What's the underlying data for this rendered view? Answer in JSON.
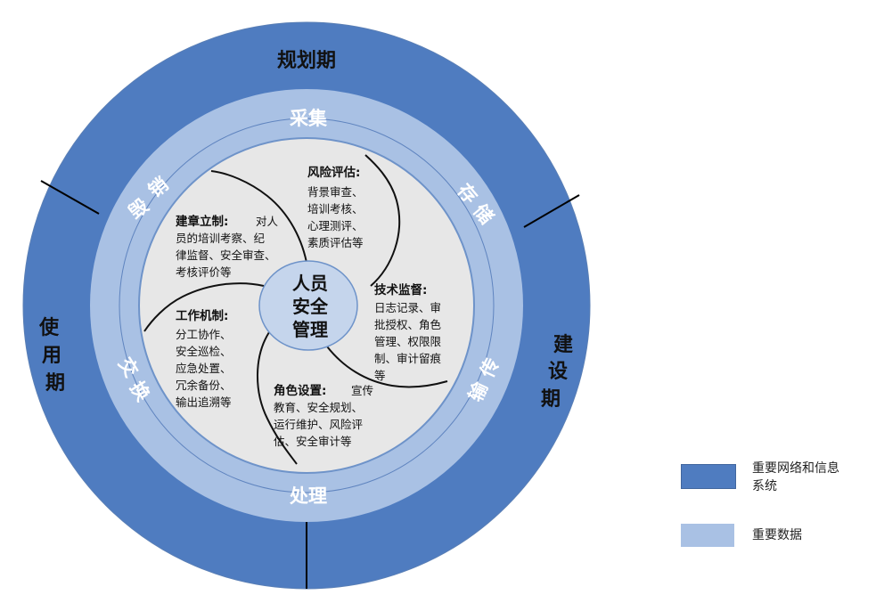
{
  "outer_ring": {
    "top_label": "规划期",
    "left_label": [
      "使",
      "用",
      "期"
    ],
    "right_label": [
      "建",
      "设",
      "期"
    ]
  },
  "data_ring": {
    "top": "采集",
    "top_right": [
      "存",
      "储"
    ],
    "bottom_right": [
      "传",
      "输"
    ],
    "bottom": "处理",
    "bottom_left": [
      "交",
      "换"
    ],
    "top_left": [
      "销",
      "毁"
    ]
  },
  "center": {
    "lines": [
      "人员",
      "安全",
      "管理"
    ]
  },
  "sections": {
    "risk": {
      "title": "风险评估:",
      "lines": [
        "背景审查、",
        "培训考核、",
        "心理测评、",
        "素质评估等"
      ]
    },
    "tech": {
      "title": "技术监督:",
      "lines": [
        "日志记录、审",
        "批授权、角色",
        "管理、权限限",
        "制、审计留痕",
        "等"
      ]
    },
    "role": {
      "title": "角色设置:",
      "lines": [
        "宣传",
        "教育、安全规划、",
        "运行维护、风险评",
        "估、安全审计等"
      ]
    },
    "work": {
      "title": "工作机制:",
      "lines": [
        "分工协作、",
        "安全巡检、",
        "应急处置、",
        "冗余备份、",
        "输出追溯等"
      ]
    },
    "rules": {
      "title": "建章立制:",
      "lines": [
        "对人",
        "员的培训考察、纪",
        "律监督、安全审查、",
        "考核评价等"
      ]
    }
  },
  "legend": [
    {
      "label_lines": [
        "重要网络和信息",
        "系统"
      ],
      "color": "#4f7cc0"
    },
    {
      "label_lines": [
        "重要数据"
      ],
      "color": "#a9c1e4"
    }
  ],
  "colors": {
    "outer": "#4f7cc0",
    "data": "#a9c1e4",
    "inner": "#e7e7e7",
    "center": "#c5d5ec",
    "swirl": "#111111"
  }
}
